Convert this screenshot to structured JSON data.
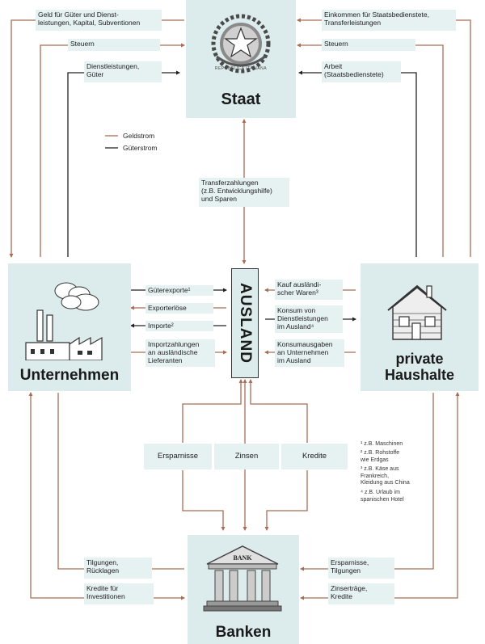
{
  "staat": {
    "title": "Staat",
    "emblem_text": "REPUBBLICA ITALIANA",
    "in_left": [
      "Geld für Güter und Dienst-\nleistungen, Kapital, Subventionen",
      "Steuern",
      "Dienstleistungen,\nGüter"
    ],
    "in_right": [
      "Einkommen für Staatsbedienstete,\nTransferleistungen",
      "Steuern",
      "Arbeit\n(Staatsbedienstete)"
    ]
  },
  "legend": {
    "money": "Geldstrom",
    "goods": "Güterstrom"
  },
  "transfer": "Transferzahlungen\n(z.B. Entwicklungshilfe)\nund Sparen",
  "unternehmen": {
    "title": "Unternehmen"
  },
  "haushalte": {
    "title_line1": "private",
    "title_line2": "Haushalte"
  },
  "ausland": {
    "title": "AUSLAND",
    "left": [
      "Güterexporte¹",
      "Exporterlöse",
      "Importe²",
      "Importzahlungen\nan ausländische\nLieferanten"
    ],
    "right": [
      "Kauf ausländi-\nscher Waren³",
      "Konsum von\nDienstleistungen\nim Ausland⁴",
      "Konsumausgaben\nan Unternehmen\nim Ausland"
    ]
  },
  "middle": [
    "Ersparnisse",
    "Zinsen",
    "Kredite"
  ],
  "footnotes": [
    "¹ z.B. Maschinen",
    "² z.B. Rohstoffe\n   wie Erdgas",
    "³ z.B. Käse aus\n   Frankreich,\n   Kleidung aus China",
    "⁴ z.B. Urlaub im\n   spanischen Hotel"
  ],
  "banken": {
    "title": "Banken",
    "sign": "BANK",
    "left": [
      "Tilgungen,\nRücklagen",
      "Kredite für\nInvestitionen"
    ],
    "right": [
      "Ersparnisse,\nTilgungen",
      "Zinserträge,\nKredite"
    ]
  },
  "colors": {
    "money": "#a86d55",
    "goods": "#222222",
    "box": "#dcecec",
    "label": "#e6f1f1"
  }
}
